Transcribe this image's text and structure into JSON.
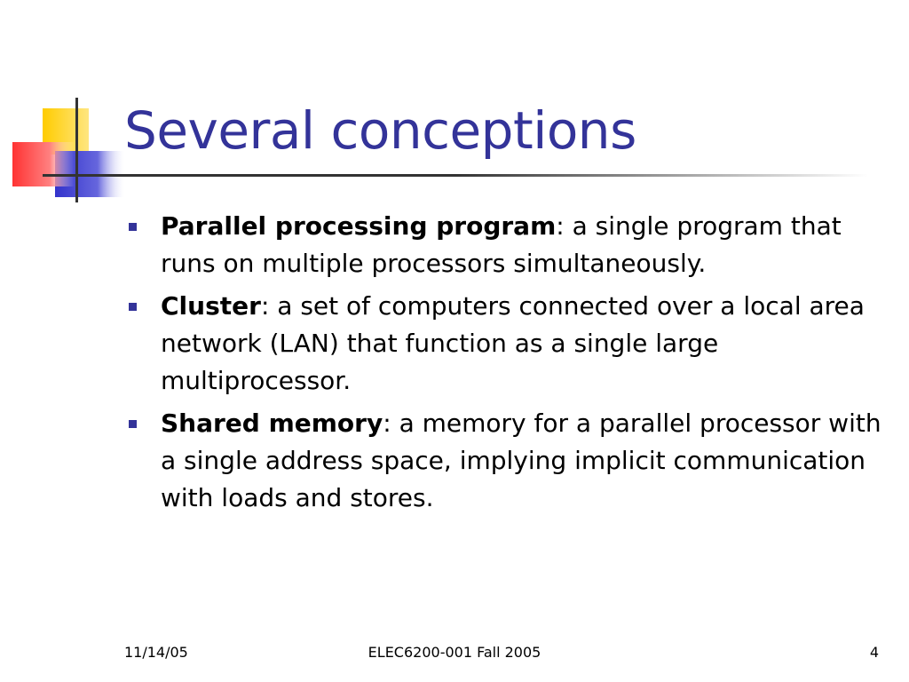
{
  "slide": {
    "title": "Several conceptions",
    "bullets": [
      {
        "term": "Parallel processing program",
        "text": ": a single program that runs on multiple processors simultaneously."
      },
      {
        "term": "Cluster",
        "text": ": a set of computers connected over a local area network (LAN) that function as a single large multiprocessor."
      },
      {
        "term": "Shared memory",
        "text": ": a memory for a parallel processor with a single address space, implying implicit communication with loads and stores."
      }
    ]
  },
  "footer": {
    "date": "11/14/05",
    "course": "ELEC6200-001 Fall 2005",
    "page_number": "4"
  },
  "colors": {
    "title": "#333399",
    "bullet": "#333399",
    "deco_yellow": "#FFCC00",
    "deco_red": "#FF3333",
    "deco_blue": "#3333CC"
  }
}
